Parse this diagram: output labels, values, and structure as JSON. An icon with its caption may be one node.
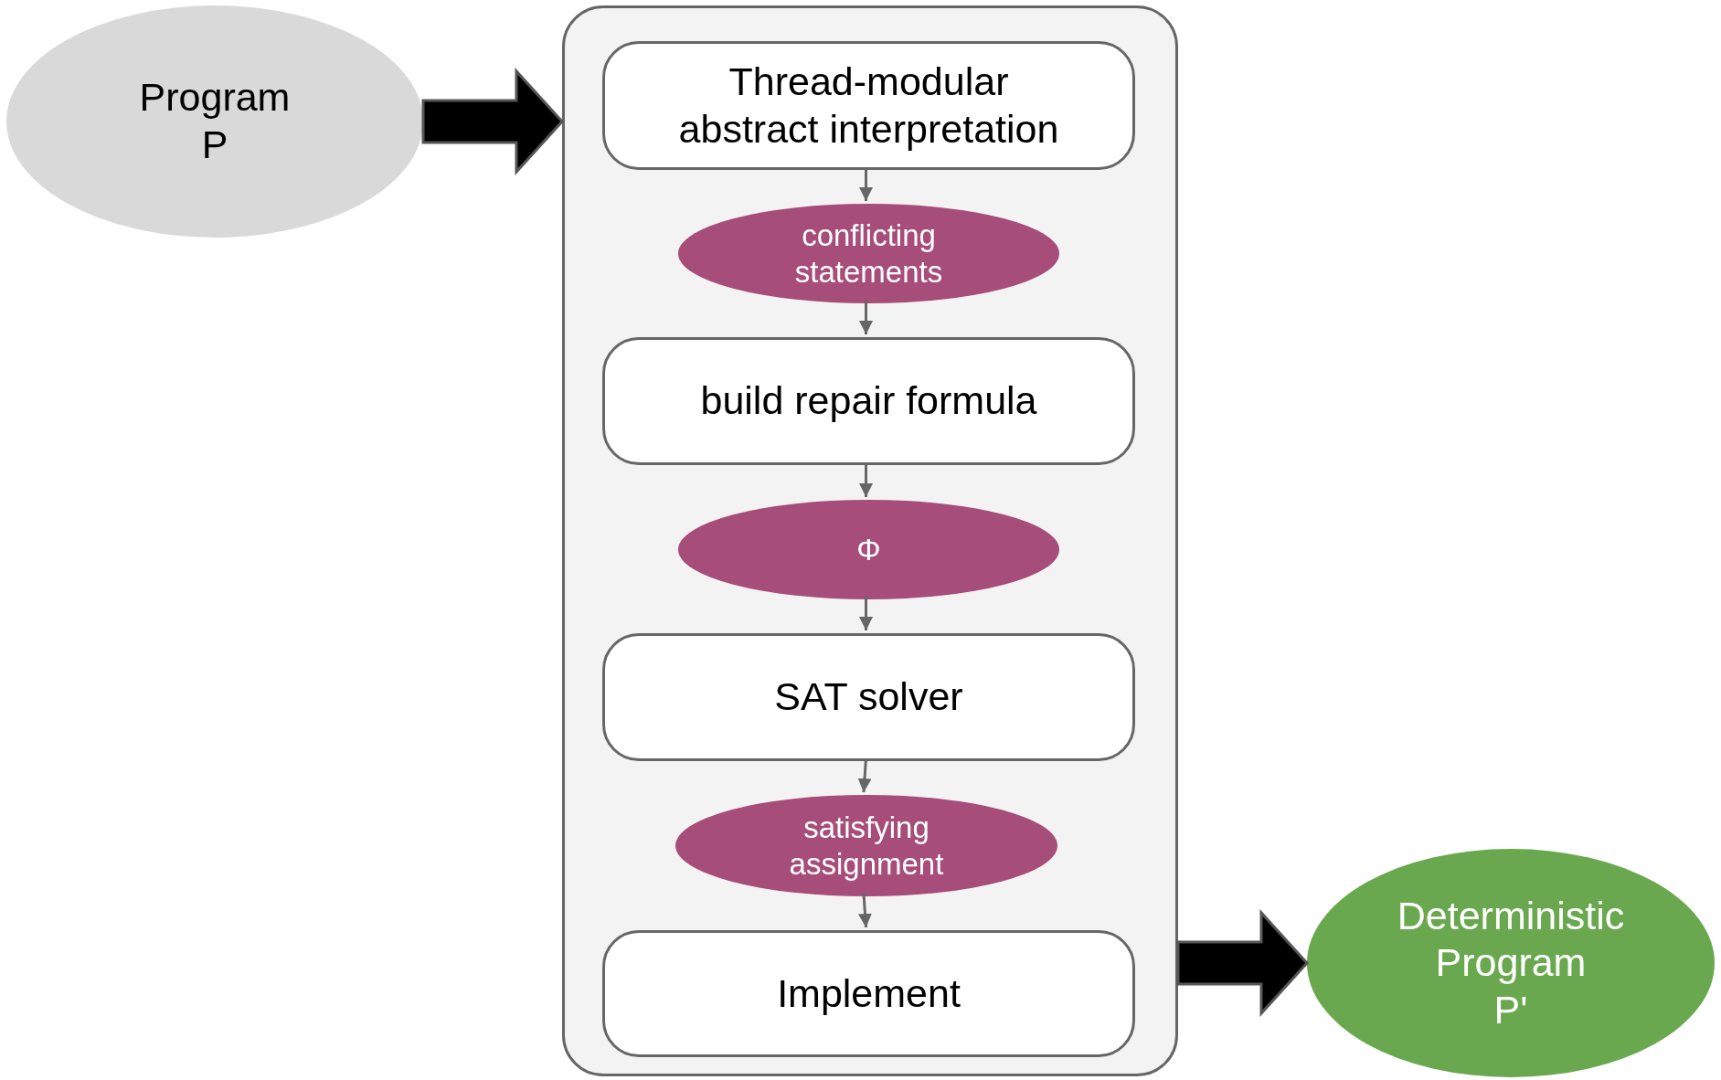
{
  "diagram": {
    "nodes": [
      {
        "text": [
          "Program P"
        ]
      },
      {
        "text": [],
        "shape": "box"
      },
      {
        "text": [
          "Thread-modular abstract interpretation"
        ],
        "in": 1
      },
      {
        "text": [
          "conflicting statements"
        ],
        "in": 1
      },
      {
        "text": [
          "build repair formula"
        ],
        "in": 1
      },
      {
        "text": [
          "Φ"
        ],
        "in": 1
      },
      {
        "text": [
          "SAT solver"
        ],
        "in": 1
      },
      {
        "text": [
          "satisfying assignment"
        ],
        "in": 1
      },
      {
        "text": [
          "Implement"
        ],
        "in": 1
      },
      {
        "text": [
          "Deterministic Program P'"
        ]
      }
    ],
    "edges": [
      {
        "from": 0,
        "to": 1,
        "arrow": "to",
        "style": "thick",
        "color": "#000000"
      },
      {
        "from": 2,
        "to": 3,
        "arrow": "to"
      },
      {
        "from": 3,
        "to": 4,
        "arrow": "to"
      },
      {
        "from": 4,
        "to": 5,
        "arrow": "to"
      },
      {
        "from": 5,
        "to": 6,
        "arrow": "to"
      },
      {
        "from": 6,
        "to": 7,
        "arrow": "to"
      },
      {
        "from": 7,
        "to": 8,
        "arrow": "to"
      },
      {
        "from": 1,
        "to": 9,
        "arrow": "to",
        "style": "thick",
        "color": "#000000"
      }
    ]
  }
}
